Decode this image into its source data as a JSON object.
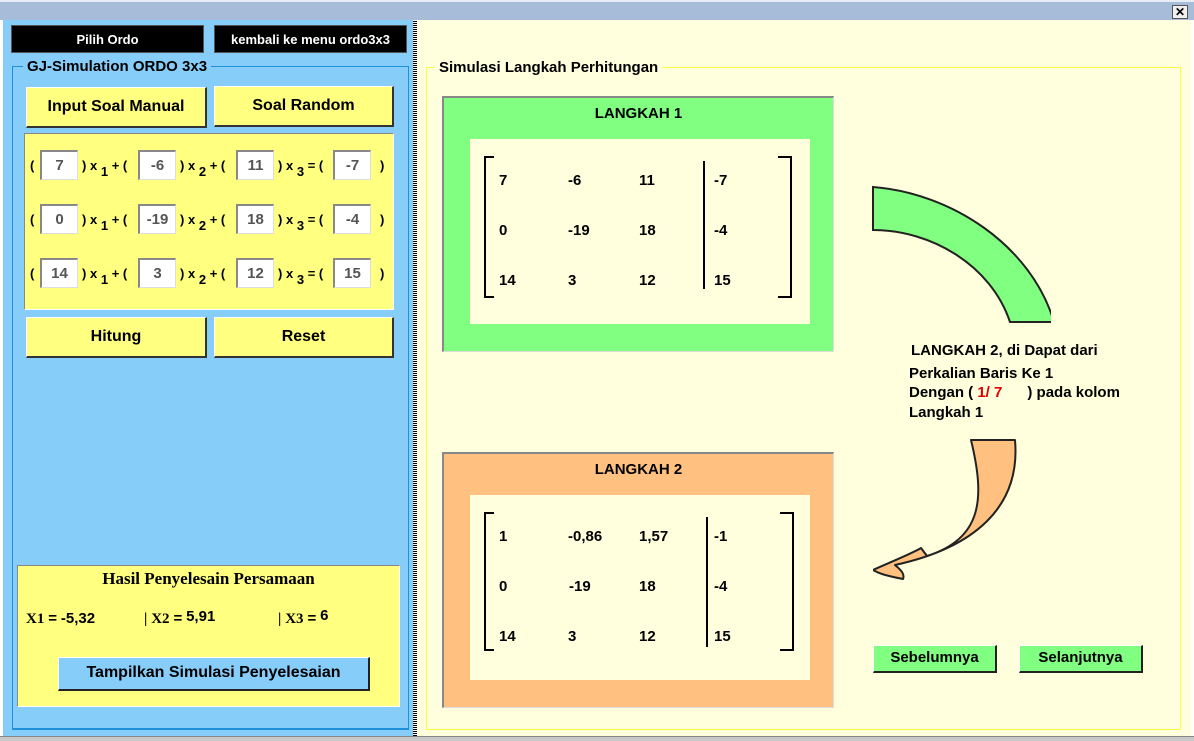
{
  "window": {
    "close_label": "✕"
  },
  "top_buttons": {
    "pilih_ordo": "Pilih Ordo",
    "kembali": "kembali ke menu ordo3x3"
  },
  "left_group": {
    "title": "GJ-Simulation ORDO 3x3",
    "input_manual": "Input Soal Manual",
    "soal_random": "Soal Random",
    "hitung": "Hitung",
    "reset": "Reset",
    "equations": [
      {
        "a1": "7",
        "a2": "-6",
        "a3": "11",
        "b": "-7"
      },
      {
        "a1": "0",
        "a2": "-19",
        "a3": "18",
        "b": "-4"
      },
      {
        "a1": "14",
        "a2": "3",
        "a3": "12",
        "b": "15"
      }
    ],
    "symbols": {
      "open": "(",
      "close": ")",
      "x": "x",
      "plus": "+",
      "eq": "=",
      "s1": "1",
      "s2": "2",
      "s3": "3"
    }
  },
  "result": {
    "title": "Hasil Penyelesain Persamaan",
    "x1_label": "X1",
    "x1_value": "-5,32",
    "x2_label": "X2",
    "x2_value": "5,91",
    "x3_label": "X3",
    "x3_value": "6",
    "eq": "=",
    "sep": "|",
    "show_button": "Tampilkan Simulasi Penyelesaian"
  },
  "right_group": {
    "title": "Simulasi Langkah Perhitungan",
    "step1": {
      "title": "LANGKAH 1",
      "matrix": [
        [
          "7",
          "-6",
          "11",
          "-7"
        ],
        [
          "0",
          "-19",
          "18",
          "-4"
        ],
        [
          "14",
          "3",
          "12",
          "15"
        ]
      ]
    },
    "step2": {
      "title": "LANGKAH 2",
      "matrix": [
        [
          "1",
          "-0,86",
          "1,57",
          "-1"
        ],
        [
          "0",
          "-19",
          "18",
          "-4"
        ],
        [
          "14",
          "3",
          "12",
          "15"
        ]
      ]
    },
    "description": {
      "line1": "LANGKAH 2, di Dapat dari",
      "line2": "Perkalian Baris Ke 1",
      "line3a": "Dengan (",
      "factor": "1/ 7",
      "line3b": ") pada kolom",
      "line4": "Langkah 1"
    },
    "prev_button": "Sebelumnya",
    "next_button": "Selanjutnya"
  },
  "colors": {
    "left_bg": "#87cdf9",
    "right_bg": "#ffffde",
    "yellow": "#ffff80",
    "green": "#80ff80",
    "orange": "#ffc080",
    "red": "#e00000"
  }
}
